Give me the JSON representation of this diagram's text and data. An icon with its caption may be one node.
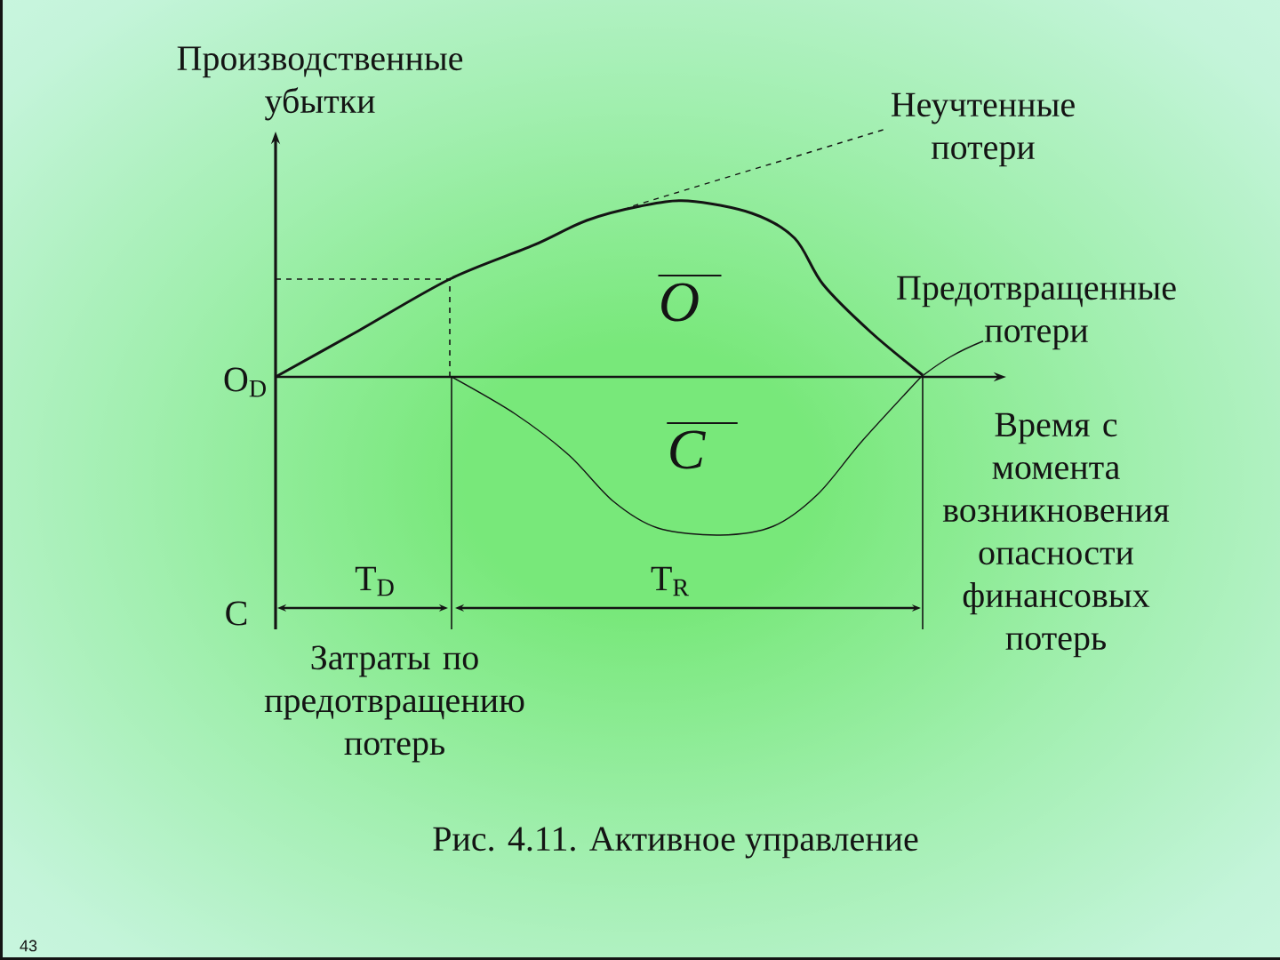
{
  "diagram": {
    "caption": "Рис. 4.11. Активное управление",
    "nodes": [
      {
        "text": [
          "Неучтенные потери"
        ]
      },
      {
        "text": [
          "Предотвращенные потери"
        ]
      },
      {
        "text": [],
        "shape": "curve"
      }
    ],
    "edges": [
      {
        "from": 0,
        "to": 2,
        "arrow": "none",
        "style": "dashed"
      },
      {
        "from": 1,
        "to": 2,
        "arrow": "none"
      }
    ],
    "labels": [
      "Производственные убытки",
      "O",
      "O$_{D}$",
      "C",
      "T$_{D}$",
      "T$_{R}$",
      "C",
      "Затраты по предотвращению потерь",
      "Время с момента возникновения опасности финансовых потерь",
      "43"
    ]
  }
}
